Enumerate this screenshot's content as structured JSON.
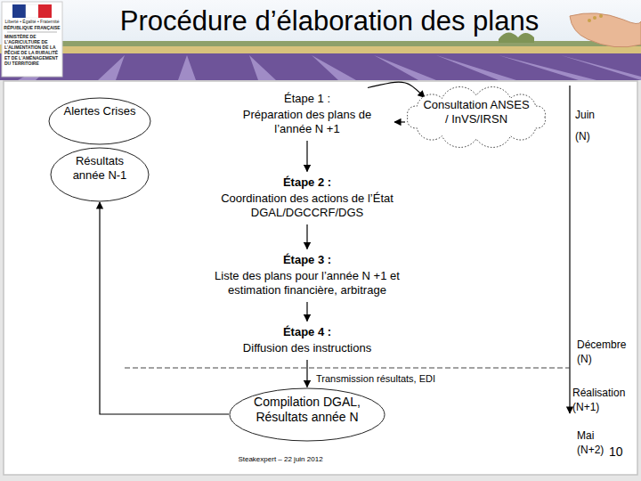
{
  "diagram": {
    "title": "Procédure d’élaboration des plans",
    "nodes": [
      {
        "text": [
          "Alertes Crises"
        ]
      },
      {
        "text": [
          "Étape 1 :",
          "Préparation des plans de l’année N +1"
        ]
      },
      {
        "text": [
          "Consultation ANSES / InVS/IRSN"
        ]
      },
      {
        "text": [
          "Résultats année N-1"
        ]
      },
      {
        "text": [
          "Étape 2 :",
          "Coordination des actions de l’État DGAL/DGCCRF/DGS"
        ]
      },
      {
        "text": [
          "Étape 3 :",
          "Liste des plans pour l’année N +1 et estimation financière, arbitrage"
        ]
      },
      {
        "text": [
          "Étape 4 :",
          "Diffusion des instructions"
        ]
      },
      {
        "text": [
          "Compilation DGAL, Résultats année N"
        ]
      }
    ],
    "edges": [
      {
        "from": 1,
        "to": 4,
        "arrow": "to"
      },
      {
        "from": 4,
        "to": 5,
        "arrow": "to"
      },
      {
        "from": 5,
        "to": 6,
        "arrow": "to"
      },
      {
        "from": 6,
        "to": 7,
        "label": "Transmission résultats, EDI",
        "arrow": "to"
      },
      {
        "from": 7,
        "to": 3,
        "arrow": "to"
      },
      {
        "from": 1,
        "to": 2,
        "arrow": "to"
      },
      {
        "from": 2,
        "to": 1,
        "arrow": "to"
      }
    ],
    "labels": [
      "Liberté • Égalité • Fraternité",
      "RÉPUBLIQUE FRANÇAISE",
      "MINISTÈRE DE L’AGRICULTURE DE L’ALIMENTATION DE LA PÊCHE DE LA RURALITÉ ET DE L’AMÉNAGEMENT DU TERRITOIRE",
      "Juin",
      "(N)",
      "Décembre (N)",
      "Réalisation (N+1)",
      "Mai (N+2)",
      "10",
      "Steakexpert – 22 juin 2012"
    ]
  }
}
